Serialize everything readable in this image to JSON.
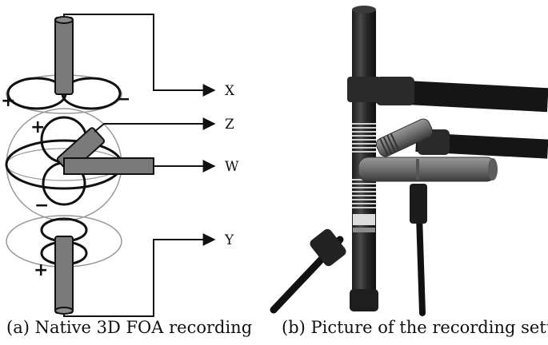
{
  "diagram": {
    "outputs": {
      "x": "X",
      "z": "Z",
      "w": "W",
      "y": "Y"
    },
    "signs": {
      "x_plus": "+",
      "x_minus": "−",
      "z_plus": "+",
      "z_minus": "−",
      "y_plus": "+"
    }
  },
  "captions": {
    "a": "(a) Native 3D FOA recording",
    "b": "(b) Picture of the recording setup"
  }
}
